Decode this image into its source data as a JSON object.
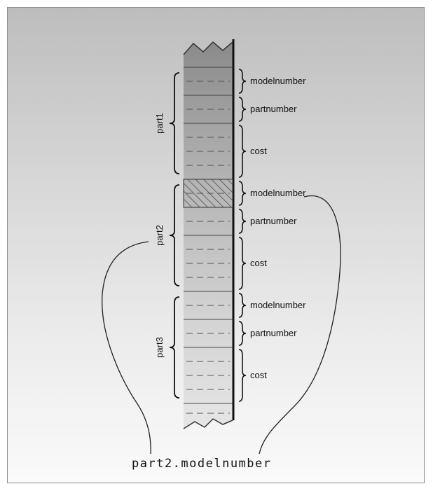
{
  "groups": [
    {
      "name": "part1",
      "fields": [
        "modelnumber",
        "partnumber",
        "cost"
      ]
    },
    {
      "name": "part2",
      "fields": [
        "modelnumber",
        "partnumber",
        "cost"
      ]
    },
    {
      "name": "part3",
      "fields": [
        "modelnumber",
        "partnumber",
        "cost"
      ]
    }
  ],
  "expression": "part2.modelnumber",
  "highlight": {
    "group": "part2",
    "field": "modelnumber"
  }
}
